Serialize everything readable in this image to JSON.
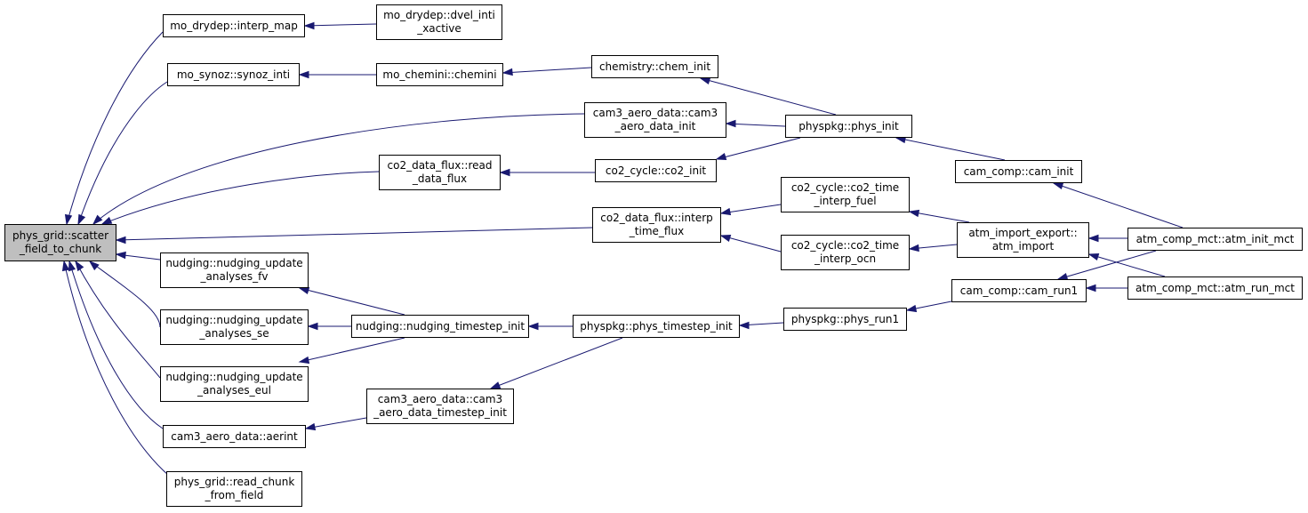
{
  "colors": {
    "edge": "#191970",
    "root_fill": "#bfbfbf",
    "node_fill": "#ffffff",
    "border": "#000000"
  },
  "nodes": {
    "root": [
      "phys_grid::scatter",
      "_field_to_chunk"
    ],
    "interp_map": [
      "mo_drydep::interp_map"
    ],
    "dvel_inti": [
      "mo_drydep::dvel_inti",
      "_xactive"
    ],
    "synoz_inti": [
      "mo_synoz::synoz_inti"
    ],
    "chemini": [
      "mo_chemini::chemini"
    ],
    "chem_init": [
      "chemistry::chem_init"
    ],
    "cam3_aero_data_init": [
      "cam3_aero_data::cam3",
      "_aero_data_init"
    ],
    "phys_init": [
      "physpkg::phys_init"
    ],
    "read_data_flux": [
      "co2_data_flux::read",
      "_data_flux"
    ],
    "co2_init": [
      "co2_cycle::co2_init"
    ],
    "cam_init": [
      "cam_comp::cam_init"
    ],
    "co2_time_interp_fuel": [
      "co2_cycle::co2_time",
      "_interp_fuel"
    ],
    "interp_time_flux": [
      "co2_data_flux::interp",
      "_time_flux"
    ],
    "co2_time_interp_ocn": [
      "co2_cycle::co2_time",
      "_interp_ocn"
    ],
    "atm_import": [
      "atm_import_export::",
      "atm_import"
    ],
    "atm_init_mct": [
      "atm_comp_mct::atm_init_mct"
    ],
    "nudging_update_fv": [
      "nudging::nudging_update",
      "_analyses_fv"
    ],
    "cam_run1": [
      "cam_comp::cam_run1"
    ],
    "atm_run_mct": [
      "atm_comp_mct::atm_run_mct"
    ],
    "nudging_update_se": [
      "nudging::nudging_update",
      "_analyses_se"
    ],
    "nudging_timestep_init": [
      "nudging::nudging_timestep_init"
    ],
    "phys_timestep_init": [
      "physpkg::phys_timestep_init"
    ],
    "phys_run1": [
      "physpkg::phys_run1"
    ],
    "nudging_update_eul": [
      "nudging::nudging_update",
      "_analyses_eul"
    ],
    "cam3_aero_data_timestep_init": [
      "cam3_aero_data::cam3",
      "_aero_data_timestep_init"
    ],
    "aerint": [
      "cam3_aero_data::aerint"
    ],
    "read_chunk_from_field": [
      "phys_grid::read_chunk",
      "_from_field"
    ]
  }
}
